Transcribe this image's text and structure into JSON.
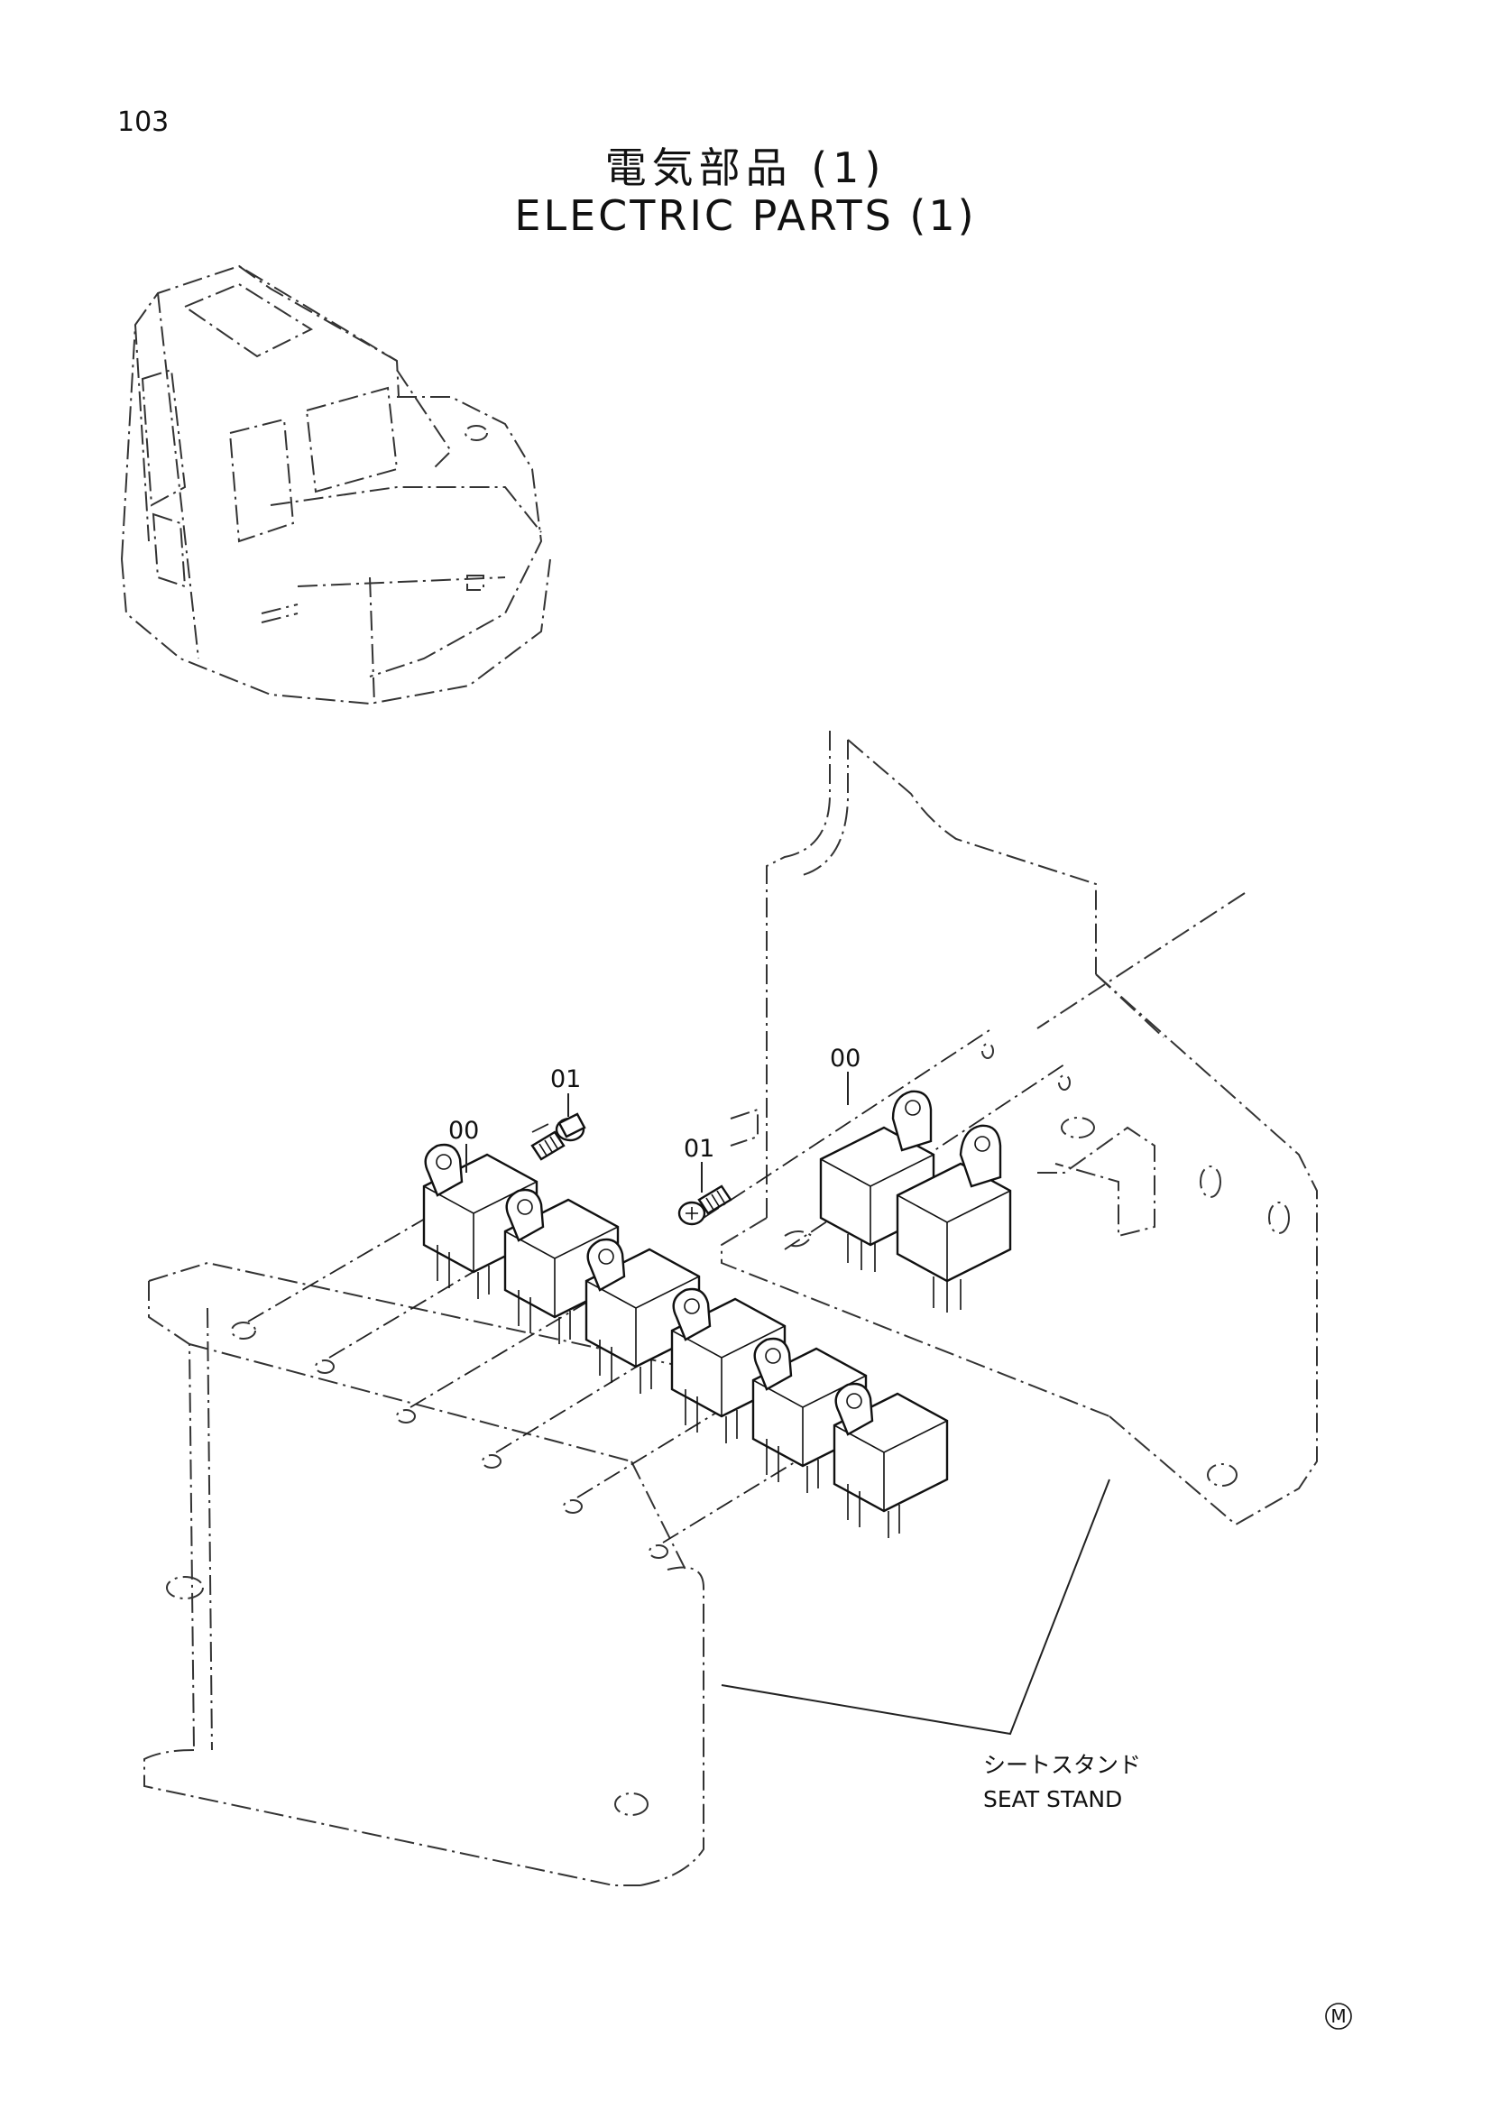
{
  "page": {
    "number": "103",
    "title_jp": "電気部品 (1)",
    "title_en": "ELECTRIC PARTS (1)"
  },
  "callouts": {
    "relay_left": "00",
    "screw_left": "01",
    "relay_right": "00",
    "screw_right": "01"
  },
  "seat_stand": {
    "label_jp": "シートスタンド",
    "label_en": "SEAT STAND"
  },
  "mark": {
    "symbol": "M"
  }
}
